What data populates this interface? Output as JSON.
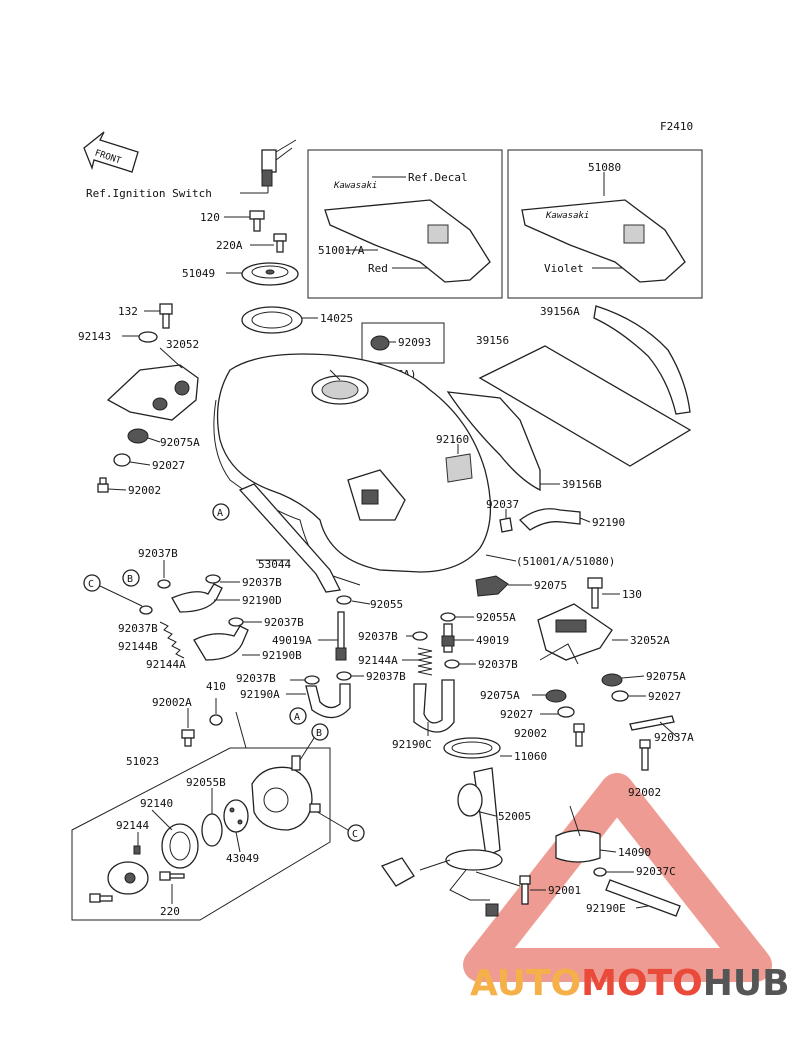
{
  "figure_code": "F2410",
  "front_label": "FRONT",
  "ref_ignition": "Ref.Ignition Switch",
  "ref_decal": "Ref.Decal",
  "color_red": "Red",
  "color_violet": "Violet",
  "ca_label": "(CA)",
  "callout_a": "A",
  "callout_b": "B",
  "callout_c": "C",
  "parts": {
    "p120": "120",
    "p220a": "220A",
    "p51049": "51049",
    "p14025": "14025",
    "p132": "132",
    "p92143": "92143",
    "p32052": "32052",
    "p92093": "92093",
    "p92075a_top": "92075A",
    "p92027_top": "92027",
    "p92002_top": "92002",
    "p51001a": "51001/A",
    "p51080": "51080",
    "p39156a": "39156A",
    "p39156": "39156",
    "p92160": "92160",
    "p39156b": "39156B",
    "p92037": "92037",
    "p92190": "92190",
    "p53044": "53044",
    "p51001_combo": "(51001/A/51080)",
    "p92075": "92075",
    "p92055": "92055",
    "p130": "130",
    "p92037b_1": "92037B",
    "p92037b_2": "92037B",
    "p92190d": "92190D",
    "p92037b_3": "92037B",
    "p92037b_4": "92037B",
    "p92144b": "92144B",
    "p92144a_l": "92144A",
    "p92190b": "92190B",
    "p49019a": "49019A",
    "p92037b_5": "92037B",
    "p92055a": "92055A",
    "p49019": "49019",
    "p32052a": "32052A",
    "p92144a_c": "92144A",
    "p92037b_6": "92037B",
    "p92037b_7": "92037B",
    "p92037b_8": "92037B",
    "p92190a": "92190A",
    "p92075a_r1": "92075A",
    "p92075a_r2": "92075A",
    "p92027_r1": "92027",
    "p92027_r2": "92027",
    "p410": "410",
    "p92002a": "92002A",
    "p92190c": "92190C",
    "p92002_r1": "92002",
    "p92037a": "92037A",
    "p11060": "11060",
    "p51023": "51023",
    "p92055b": "92055B",
    "p92140": "92140",
    "p92144": "92144",
    "p43049": "43049",
    "p220": "220",
    "p52005": "52005",
    "p92002_r2": "92002",
    "p14090": "14090",
    "p92037c": "92037C",
    "p92001": "92001",
    "p92190e": "92190E"
  },
  "watermark": {
    "part1": "AUTO",
    "part2": "MOTO",
    "part3": "HUB",
    "color1": "#f5b04a",
    "color2": "#ea4a3a",
    "color3": "#555555"
  }
}
